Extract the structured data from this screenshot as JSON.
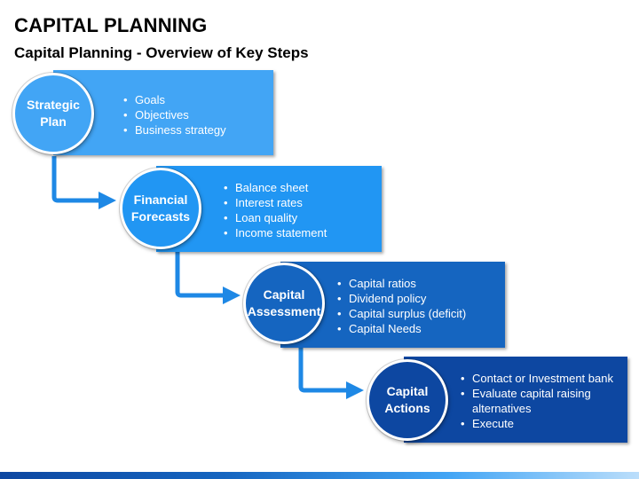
{
  "title": "CAPITAL PLANNING",
  "subtitle": "Capital Planning - Overview of Key Steps",
  "steps": [
    {
      "label_line1": "Strategic",
      "label_line2": "Plan",
      "bullets": [
        "Goals",
        "Objectives",
        "Business strategy"
      ]
    },
    {
      "label_line1": "Financial",
      "label_line2": "Forecasts",
      "bullets": [
        "Balance sheet",
        "Interest rates",
        "Loan quality",
        "Income statement"
      ]
    },
    {
      "label_line1": "Capital",
      "label_line2": "Assessment",
      "bullets": [
        "Capital ratios",
        "Dividend policy",
        "Capital surplus (deficit)",
        "Capital Needs"
      ]
    },
    {
      "label_line1": "Capital",
      "label_line2": "Actions",
      "bullets": [
        "Contact or Investment bank",
        "Evaluate capital raising alternatives",
        "Execute"
      ]
    }
  ],
  "colors": {
    "step1": "#42a5f5",
    "step2": "#2196f3",
    "step3": "#1565c0",
    "step4": "#0d47a1",
    "arrow": "#1e88e5"
  }
}
